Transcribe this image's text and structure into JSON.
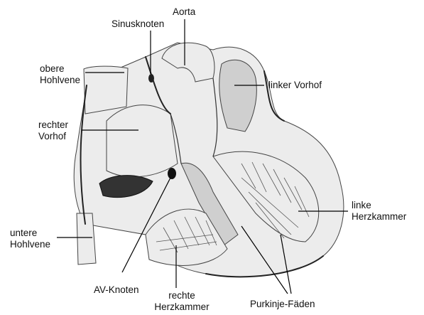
{
  "labels": {
    "aorta": "Aorta",
    "sinusknoten": "Sinusknoten",
    "obere_hohlvene_1": "obere",
    "obere_hohlvene_2": "Hohlvene",
    "linker_vorhof": "linker Vorhof",
    "rechter_vorhof_1": "rechter",
    "rechter_vorhof_2": "Vorhof",
    "linke_herzkammer_1": "linke",
    "linke_herzkammer_2": "Herzkammer",
    "untere_hohlvene_1": "untere",
    "untere_hohlvene_2": "Hohlvene",
    "av_knoten": "AV-Knoten",
    "rechte_herzkammer_1": "rechte",
    "rechte_herzkammer_2": "Herzkammer",
    "purkinje": "Purkinje-Fäden"
  }
}
